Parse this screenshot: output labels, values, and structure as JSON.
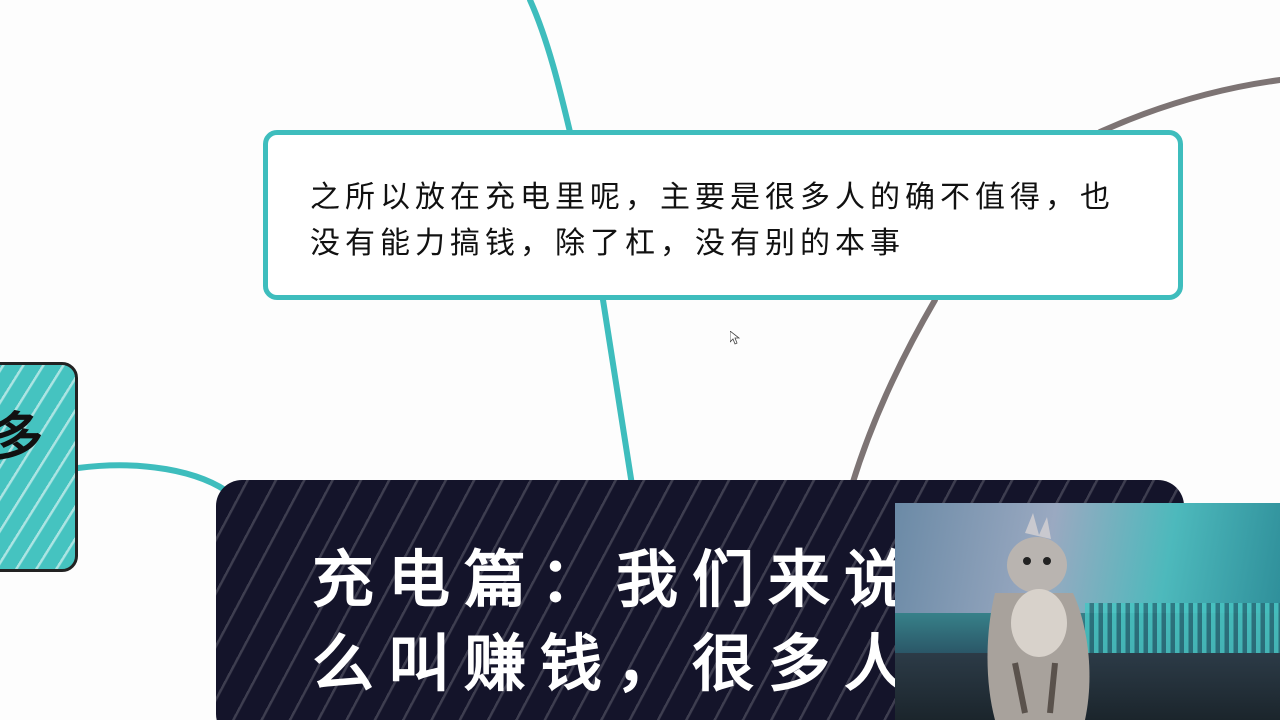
{
  "note": {
    "line1": "之所以放在充电里呢，主要是很多人的确不值得，也",
    "line2": "没有能力搞钱，除了杠，没有别的本事"
  },
  "title_node": {
    "line1": "充电篇：我们来说",
    "line2": "么叫赚钱，很多人"
  },
  "left_node": {
    "glyph": "多"
  },
  "colors": {
    "teal": "#3ebdbd",
    "gray_branch": "#7d7474",
    "title_bg": "#14142a",
    "left_node_bg": "#45c3c0"
  },
  "icons": {
    "cursor": "mouse-pointer-icon"
  }
}
